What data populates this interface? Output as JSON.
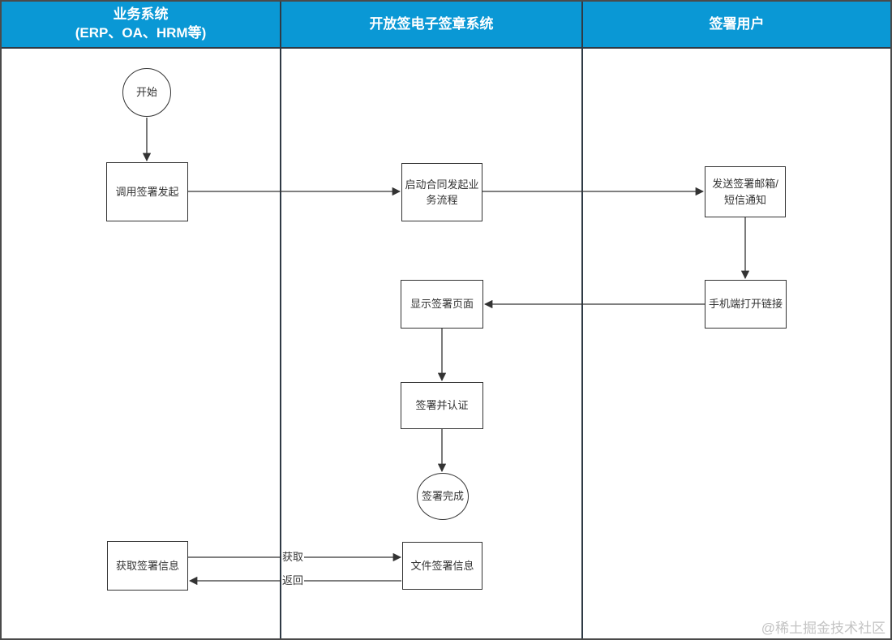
{
  "lanes": [
    {
      "title_line1": "业务系统",
      "title_line2": "(ERP、OA、HRM等)"
    },
    {
      "title": "开放签电子签章系统"
    },
    {
      "title": "签署用户"
    }
  ],
  "nodes": {
    "start": {
      "label": "开始"
    },
    "invoke_sign": {
      "label": "调用签署发起"
    },
    "start_flow": {
      "label": "启动合同发起业务流程"
    },
    "send_notice": {
      "label": "发送签署邮箱/短信通知"
    },
    "open_link": {
      "label": "手机端打开链接"
    },
    "show_page": {
      "label": "显示签署页面"
    },
    "sign_auth": {
      "label": "签署并认证"
    },
    "sign_done": {
      "label": "签署完成"
    },
    "get_sign_info": {
      "label": "获取签署信息"
    },
    "file_sign_info": {
      "label": "文件签署信息"
    }
  },
  "edge_labels": {
    "get": "获取",
    "return": "返回"
  },
  "watermark": "@稀土掘金技术社区",
  "colors": {
    "header_bg": "#0a98d5",
    "header_text": "#ffffff",
    "line": "#333333",
    "watermark": "#c3c3c3"
  }
}
